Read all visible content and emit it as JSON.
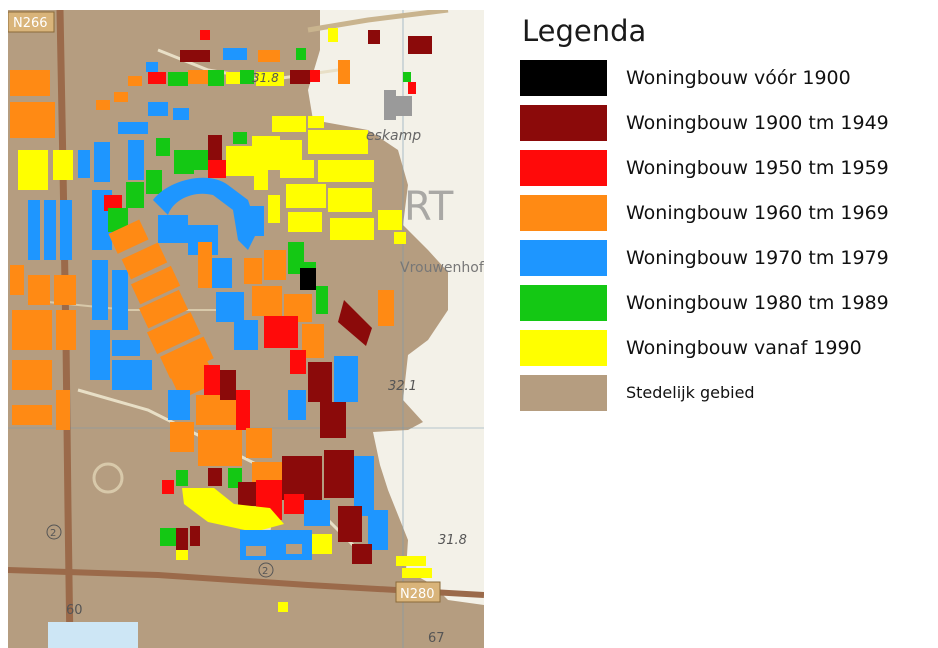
{
  "legend": {
    "title": "Legenda",
    "items": [
      {
        "label": "Woningbouw vóór 1900",
        "color": "#000000"
      },
      {
        "label": "Woningbouw 1900 tm 1949",
        "color": "#8b0a0a"
      },
      {
        "label": "Woningbouw 1950 tm 1959",
        "color": "#ff0a0a"
      },
      {
        "label": "Woningbouw 1960 tm 1969",
        "color": "#ff8a14"
      },
      {
        "label": "Woningbouw 1970 tm 1979",
        "color": "#1e96ff"
      },
      {
        "label": "Woningbouw 1980 tm 1989",
        "color": "#14c814"
      },
      {
        "label": "Woningbouw vanaf 1990",
        "color": "#ffff00"
      },
      {
        "label": "Stedelijk gebied",
        "color": "#b59d80"
      }
    ]
  },
  "map": {
    "labels": {
      "road_n266": "N266",
      "road_n280": "N280",
      "place_kamp": "eskamp",
      "place_rt": "RT",
      "place_vrouwenhof": "Vrouwenhof",
      "height_318": "31.8",
      "height_321": "32.1",
      "height_31_8b": "31.8",
      "height_60": "60",
      "height_67": "67",
      "circle_2a": "2",
      "circle_2b": "2"
    }
  }
}
